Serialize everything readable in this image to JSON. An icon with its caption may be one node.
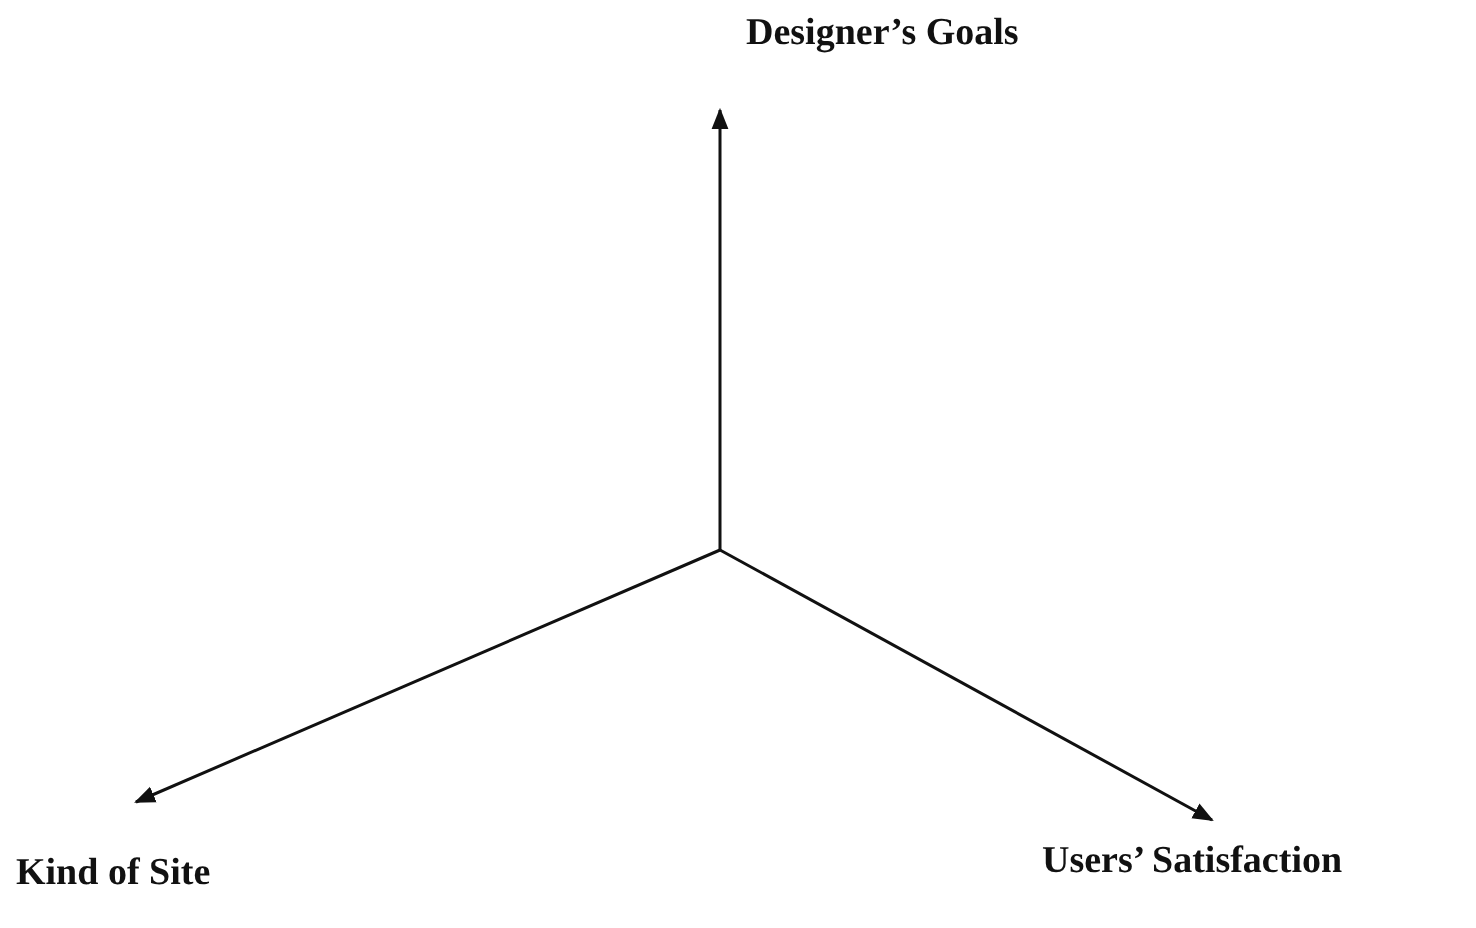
{
  "diagram": {
    "labels": [
      "Designer’s Goals",
      "Kind of Site",
      "Users’ Satisfaction"
    ]
  }
}
